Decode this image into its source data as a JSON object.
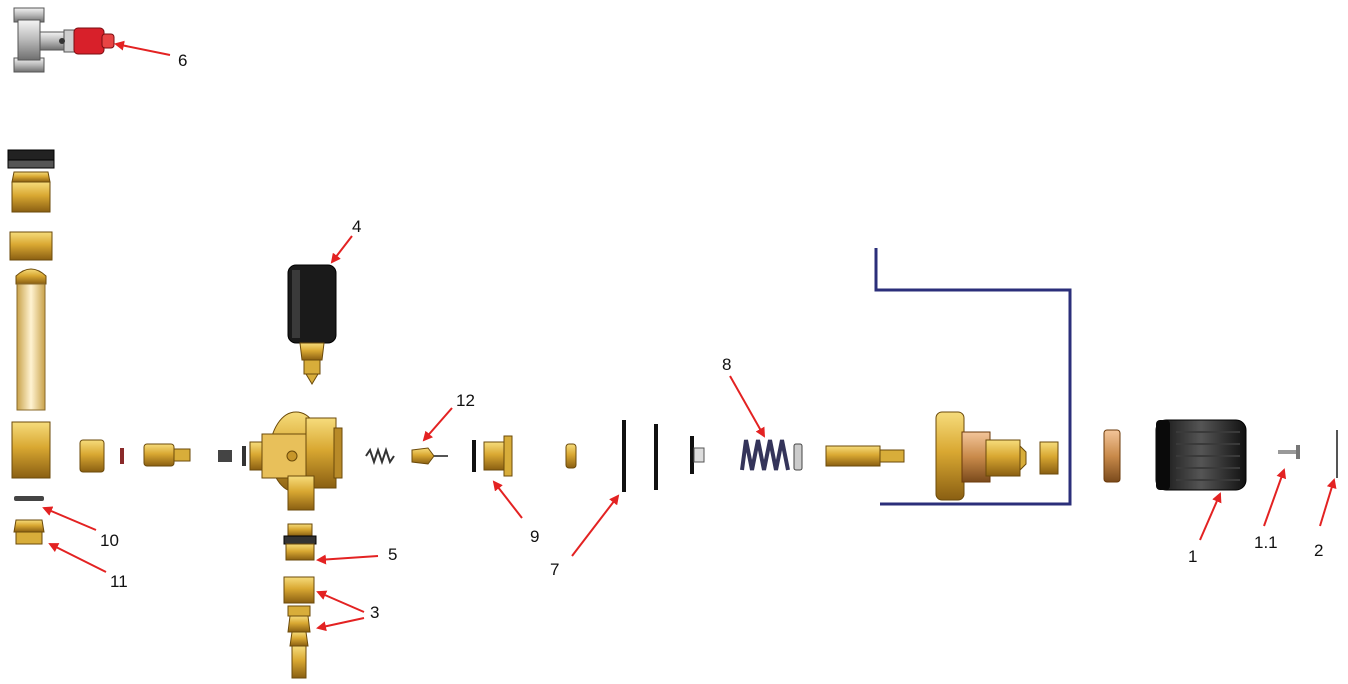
{
  "callouts": {
    "c1": "1",
    "c1_1": "1.1",
    "c2": "2",
    "c3": "3",
    "c4": "4",
    "c5": "5",
    "c6": "6",
    "c7": "7",
    "c8": "8",
    "c9": "9",
    "c10": "10",
    "c11": "11",
    "c12": "12"
  },
  "colors": {
    "arrow": "#e32222",
    "brass": "#d8ad3a",
    "frame": "#2b2f7a",
    "valve_cap": "#d8202a"
  }
}
